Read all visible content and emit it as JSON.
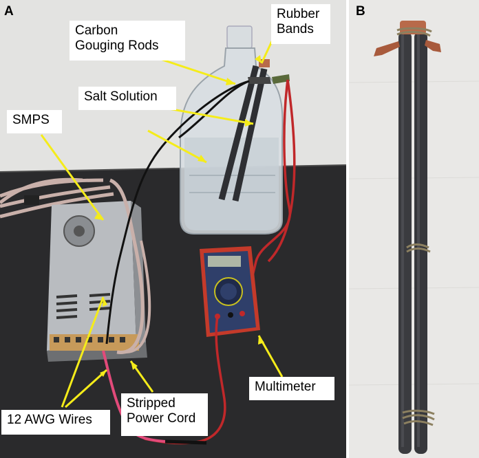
{
  "figure": {
    "panels": [
      {
        "letter": "A",
        "description_key": "setup"
      },
      {
        "letter": "B",
        "description_key": "rods"
      }
    ]
  },
  "panel_a": {
    "letter": "A",
    "labels": {
      "carbon_line1": "Carbon",
      "carbon_line2": "Gouging Rods",
      "rubber_line1": "Rubber",
      "rubber_line2": "Bands",
      "salt": "Salt Solution",
      "smps": "SMPS",
      "multimeter": "Multimeter",
      "stripped_line1": "Stripped",
      "stripped_line2": "Power Cord",
      "wires": "12 AWG Wires"
    }
  },
  "panel_b": {
    "letter": "B"
  },
  "colors": {
    "arrow": "#f5ec1a",
    "wall": "#e4e4e2",
    "table": "#2b2b2d",
    "multimeter_body": "#2f3f6a",
    "multimeter_frame": "#c43a2a",
    "red_wire": "#c0282a",
    "pink_wire": "#e24a7a",
    "power_cord": "#cbb3ad",
    "rod": "#3a3b3f",
    "copper": "#b86a4a",
    "rubber_band": "#8c8060"
  }
}
